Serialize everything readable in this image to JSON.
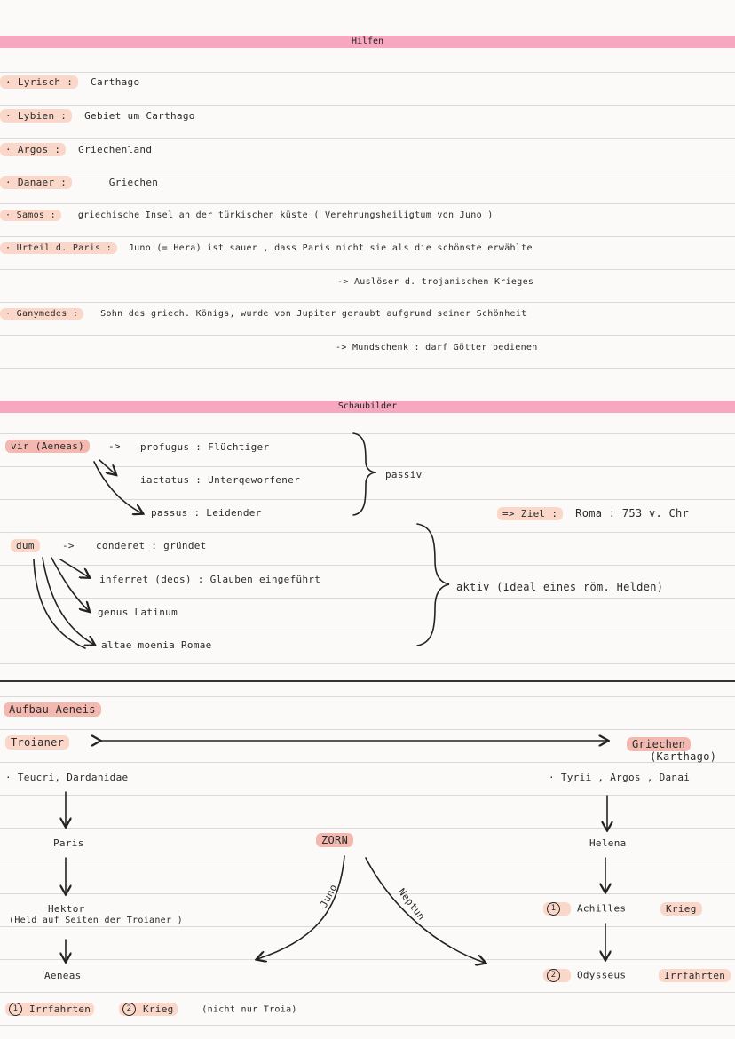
{
  "hilfen": {
    "title": "Hilfen",
    "items": [
      {
        "term": "· Lyrisch :",
        "def": "Carthago"
      },
      {
        "term": "· Lybien :",
        "def": "Gebiet   um   Carthago"
      },
      {
        "term": "· Argos :",
        "def": "Griechenland"
      },
      {
        "term": "· Danaer :",
        "def": "Griechen"
      },
      {
        "term": "· Samos :",
        "def": "griechische   Insel   an   der   türkischen   küste   ( Verehrungsheiligtum   von   Juno )"
      },
      {
        "term": "· Urteil  d.  Paris :",
        "def": "Juno  (= Hera)   ist   sauer ,  dass   Paris   nicht   sie   als   die   schönste   erwählte"
      },
      {
        "term": "",
        "def": "->  Auslöser   d.   trojanischen   Krieges"
      },
      {
        "term": "· Ganymedes :",
        "def": "Sohn   des   griech.  Königs,   wurde   von   Jupiter   geraubt   aufgrund   seiner   Schönheit"
      },
      {
        "term": "",
        "def": "->   Mundschenk   :   darf   Götter   bedienen"
      }
    ]
  },
  "schaubilder": {
    "title": "Schaubilder",
    "vir": "vir  (Aeneas)",
    "vir_arrow": "->",
    "passiv_items": [
      "profugus :  Flüchtiger",
      "iactatus :  Unterqeworfener",
      "passus :   Leidender"
    ],
    "passiv_label": "passiv",
    "ziel_label": "=> Ziel :",
    "ziel_value": "Roma   :  753   v.  Chr",
    "dum": "dum",
    "dum_arrow": "->",
    "aktiv_items": [
      "conderet :  gründet",
      "inferret   (deos)   :   Glauben   eingeführt",
      "genus   Latinum",
      "altae   moenia   Romae"
    ],
    "aktiv_label": "aktiv  (Ideal   eines   röm.   Helden)"
  },
  "aufbau": {
    "title": "Aufbau   Aeneis",
    "left_header": "Troianer",
    "right_header": "Griechen",
    "right_sub": "(Karthago)",
    "left_peoples": "· Teucri,  Dardanidae",
    "right_peoples": "· Tyrii ,  Argos ,  Danai",
    "paris": "Paris",
    "zorn": "ZORN",
    "helena": "Helena",
    "hektor": "Hektor",
    "hektor_note": "(Held   auf   Seiten   der   Troianer )",
    "juno": "Juno",
    "neptun": "Neptun",
    "achilles_num": "1",
    "achilles": "Achilles",
    "krieg_tag": "Krieg",
    "aeneas": "Aeneas",
    "odysseus_num": "2",
    "odysseus": "Odysseus",
    "irrfahrten_tag": "Irrfahrten",
    "bottom": [
      {
        "num": "1",
        "label": "Irrfahrten"
      },
      {
        "num": "2",
        "label": "Krieg"
      },
      {
        "num": "",
        "label": "(nicht   nur   Troia)"
      }
    ]
  }
}
